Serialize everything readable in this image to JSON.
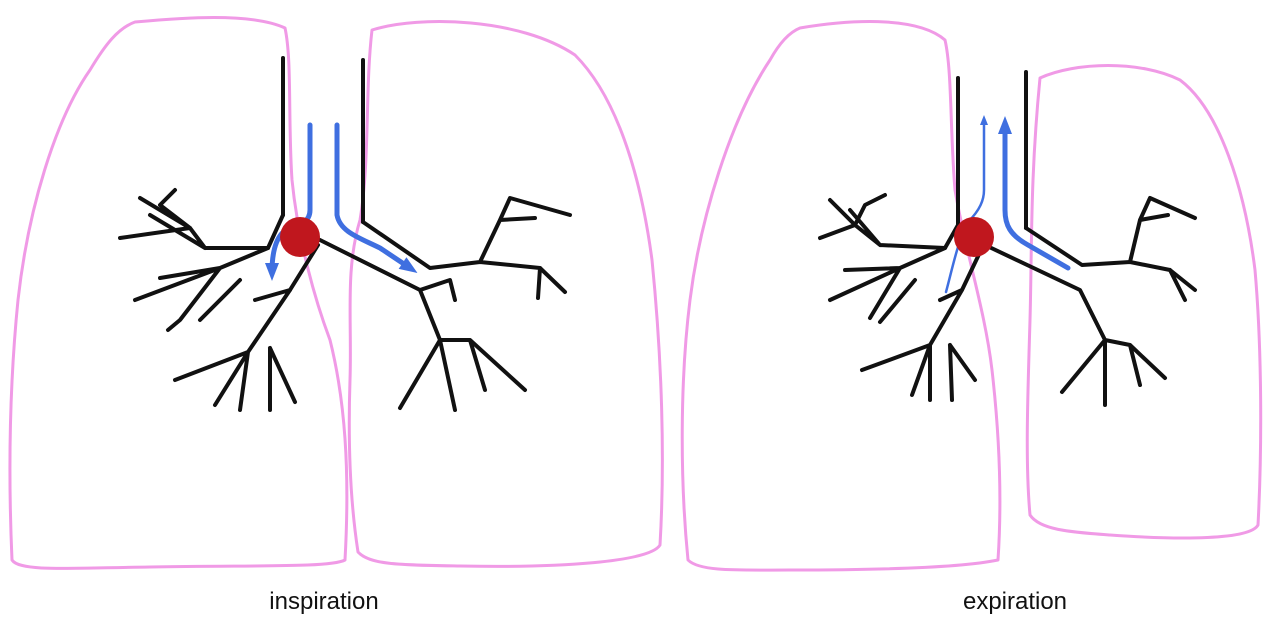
{
  "colors": {
    "lung_outline": "#f09ae6",
    "bronchi": "#111111",
    "airflow": "#3f6fe0",
    "obstruction": "#c0171e",
    "background": "#ffffff"
  },
  "panels": [
    {
      "caption": "inspiration",
      "airflow_direction": "into lungs",
      "left_airflow_arrow_size": "large",
      "right_airflow_arrow_size": "large"
    },
    {
      "caption": "expiration",
      "airflow_direction": "out of lungs",
      "left_airflow_arrow_size": "small",
      "right_airflow_arrow_size": "large"
    }
  ]
}
